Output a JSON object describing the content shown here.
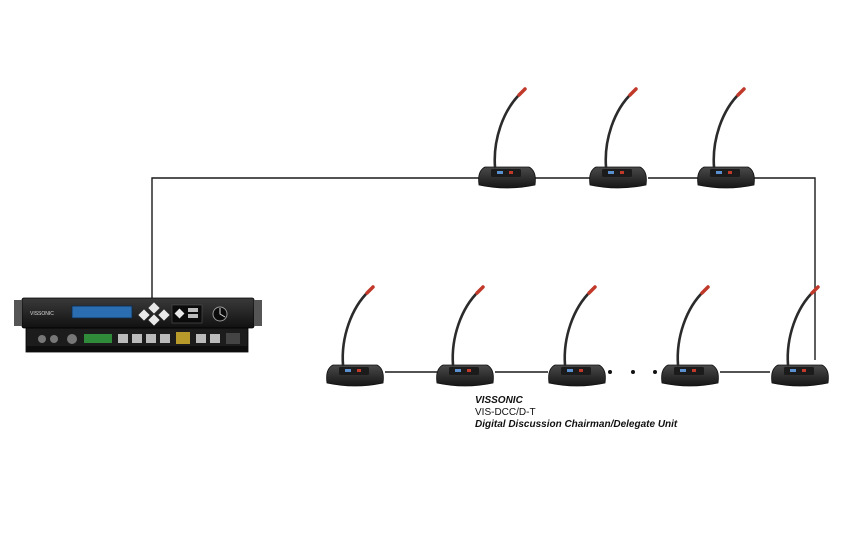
{
  "diagram": {
    "controller": {
      "front_brand": "VISSONIC"
    },
    "caption": {
      "brand": "VISSONIC",
      "model": "VIS-DCC/D-T",
      "description": "Digital Discussion Chairman/Delegate Unit"
    },
    "chain_continuation": "• • •",
    "colors": {
      "cable": "#1a1a1a",
      "unit_body": "#2b2b2b",
      "mic_tip": "#c0392b",
      "screen": "#2a6db0"
    },
    "units": {
      "upper_row_count": 3,
      "lower_row_count": 5
    }
  }
}
